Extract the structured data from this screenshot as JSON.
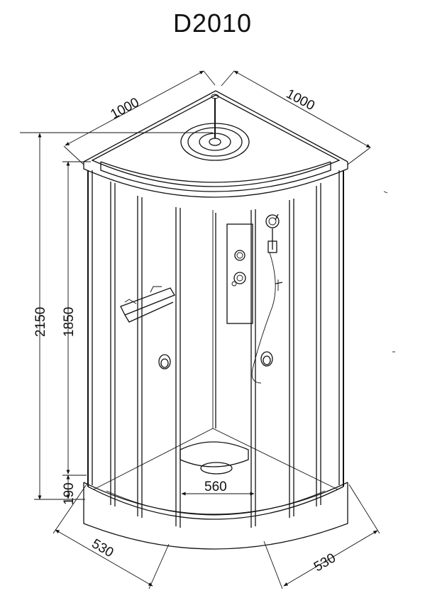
{
  "title": "D2010",
  "dimensions": {
    "top_left_width": "1000",
    "top_right_width": "1000",
    "total_height": "2150",
    "cabin_height": "1850",
    "tray_height": "190",
    "drain_width": "560",
    "base_left": "530",
    "base_right": "530"
  }
}
